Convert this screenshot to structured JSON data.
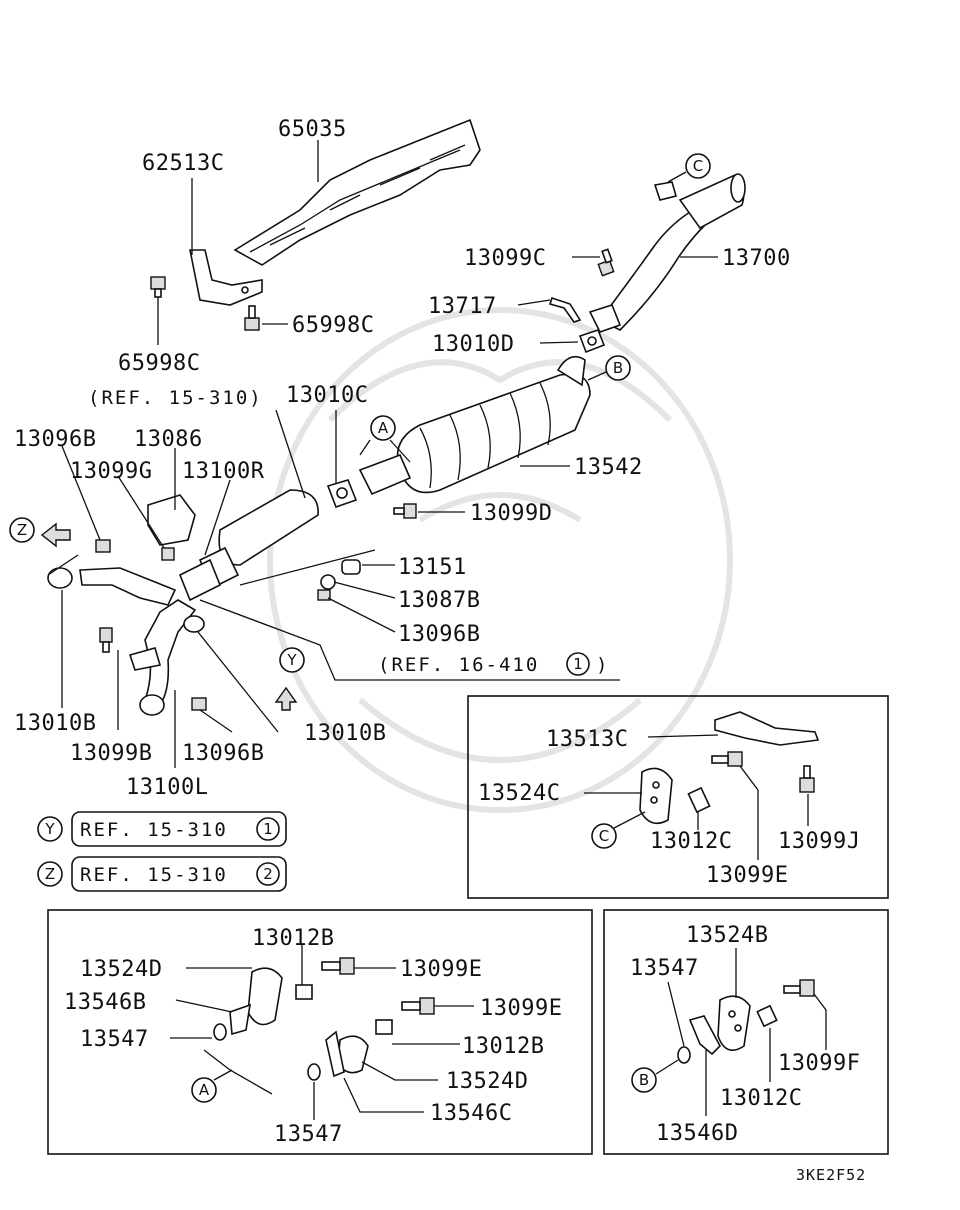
{
  "parts": {
    "p65035": "65035",
    "p62513C": "62513C",
    "p65998C_a": "65998C",
    "p65998C_b": "65998C",
    "p13099C": "13099C",
    "p13700": "13700",
    "p13717": "13717",
    "p13010D": "13010D",
    "p13010C": "13010C",
    "p13542": "13542",
    "p13099D": "13099D",
    "p13096B_a": "13096B",
    "p13086": "13086",
    "p13099G": "13099G",
    "p13100R": "13100R",
    "p13151": "13151",
    "p13087B": "13087B",
    "p13096B_b": "13096B",
    "p13010B_a": "13010B",
    "p13099B": "13099B",
    "p13096B_c": "13096B",
    "p13010B_b": "13010B",
    "p13100L": "13100L",
    "p13513C": "13513C",
    "p13524C": "13524C",
    "p13012C_a": "13012C",
    "p13099J": "13099J",
    "p13099E_a": "13099E",
    "p13012B_a": "13012B",
    "p13524D_a": "13524D",
    "p13099E_b": "13099E",
    "p13546B": "13546B",
    "p13099E_c": "13099E",
    "p13547_a": "13547",
    "p13012B_b": "13012B",
    "p13524D_b": "13524D",
    "p13546C": "13546C",
    "p13547_b": "13547",
    "p13524B": "13524B",
    "p13547_c": "13547",
    "p13099F": "13099F",
    "p13012C_b": "13012C",
    "p13546D": "13546D"
  },
  "refs": {
    "ref_top": "(REF. 15-310)",
    "ref_16_410": "(REF. 16-410",
    "ref_16_410_num": "1",
    "ref_16_410_close": ")",
    "legend_y_letter": "Y",
    "legend_y_text": "REF. 15-310",
    "legend_y_num": "1",
    "legend_z_letter": "Z",
    "legend_z_text": "REF. 15-310",
    "legend_z_num": "2"
  },
  "callouts": {
    "A_top": "A",
    "B_top": "B",
    "C_top": "C",
    "Y_arrow": "Y",
    "Z_arrow": "Z",
    "C_box": "C",
    "A_box": "A",
    "B_box": "B"
  },
  "diagram_code": "3KE2F52"
}
